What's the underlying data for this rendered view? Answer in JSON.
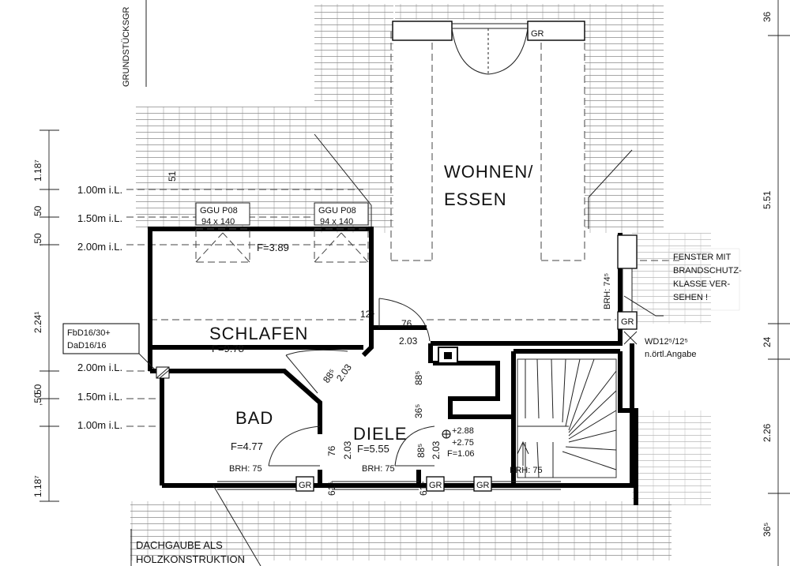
{
  "labels": {
    "property_line": "GRUNDSTÜCKSGR",
    "wohnen": "WOHNEN/",
    "essen": "ESSEN",
    "schlafen": "SCHLAFEN",
    "schlafen_area": "F=9.78",
    "f389": "F=3.89",
    "bad": "BAD",
    "bad_area": "F=4.77",
    "diele": "DIELE",
    "diele_area": "F=5.55",
    "ggu1_type": "GGU P08",
    "ggu1_size": "94 x 140",
    "ggu2_type": "GGU P08",
    "ggu2_size": "94 x 140",
    "fbd": "FbD16/30+",
    "dad": "DaD16/16",
    "fenster_1": "FENSTER MIT",
    "fenster_2": "BRANDSCHUTZ-",
    "fenster_3": "KLASSE VER-",
    "fenster_4": "SEHEN !",
    "wd": "WD12⁵/12⁵",
    "wd_note": "n.örtl.Angabe",
    "gr": "GR",
    "brh_bad": "BRH: 75",
    "brh_diele": "BRH: 75",
    "brh_stair": "BRH: 75",
    "brh_wohnen": "BRH: 74⁵",
    "dachgaube_1": "DACHGAUBE ALS",
    "dachgaube_2": "HOLZKONSTRUKTION",
    "lvl_288": "+2.88",
    "lvl_275": "+2.75",
    "lvl_f106": "F=1.06",
    "il_100_top": "1.00m i.L.",
    "il_150_top": "1.50m i.L.",
    "il_200_top": "2.00m i.L.",
    "il_200_bot": "2.00m i.L.",
    "il_150_bot": "1.50m i.L.",
    "il_100_bot": "1.00m i.L."
  },
  "dimensions": {
    "left": [
      "1.18⁷",
      "50",
      ",50",
      "2.24¹",
      ",50",
      "50",
      "1.18⁷"
    ],
    "right": [
      "36",
      "5.51",
      "24",
      "2.26",
      "36⁵"
    ],
    "inner": [
      "51",
      "12⁵",
      "76",
      "2.03",
      "88⁵",
      "2.03",
      "88⁵",
      "36⁵",
      "76",
      "2.03",
      "88⁵",
      "2.03",
      "61⁵",
      "61⁵"
    ]
  }
}
